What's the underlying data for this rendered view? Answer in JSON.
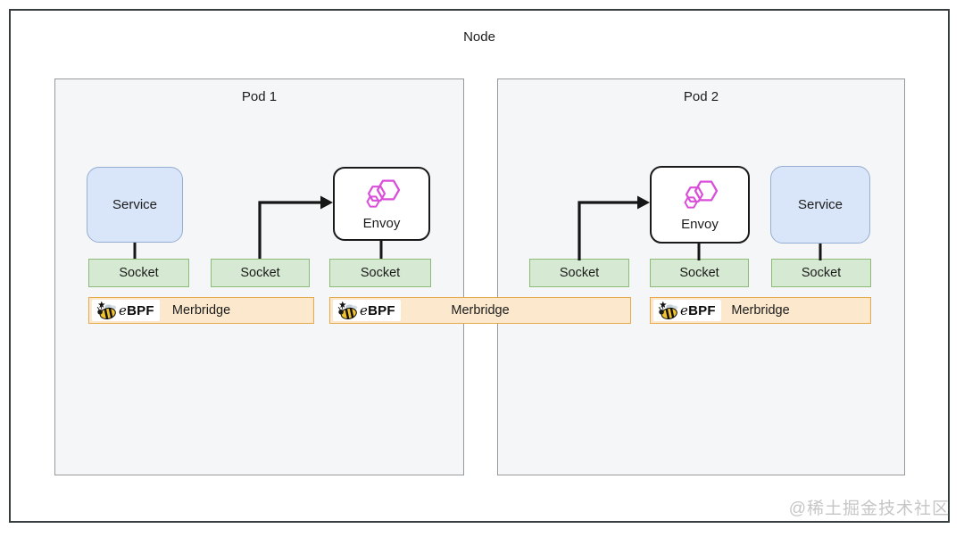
{
  "node": {
    "label": "Node"
  },
  "pods": [
    {
      "label": "Pod 1",
      "service_label": "Service",
      "envoy_label": "Envoy",
      "sockets": [
        "Socket",
        "Socket",
        "Socket"
      ]
    },
    {
      "label": "Pod 2",
      "service_label": "Service",
      "envoy_label": "Envoy",
      "sockets": [
        "Socket",
        "Socket",
        "Socket"
      ]
    }
  ],
  "merbridge_bars": [
    {
      "ebpf_label": "eBPF",
      "label": "Merbridge"
    },
    {
      "ebpf_label": "eBPF",
      "label": "Merbridge"
    },
    {
      "ebpf_label": "eBPF",
      "label": "Merbridge"
    }
  ],
  "watermark": "@稀土掘金技术社区",
  "colors": {
    "node_stroke": "#383d40",
    "pod_fill": "#f5f6f8",
    "pod_stroke": "#98999c",
    "service_fill": "#d9e5f8",
    "service_stroke": "#96aed1",
    "socket_fill": "#d6e9d2",
    "socket_stroke": "#8dbb77",
    "merbridge_fill": "#fbe8cd",
    "merbridge_stroke": "#e7a94c",
    "envoy_logo": "#d94fd9",
    "line_color": "#161616"
  }
}
